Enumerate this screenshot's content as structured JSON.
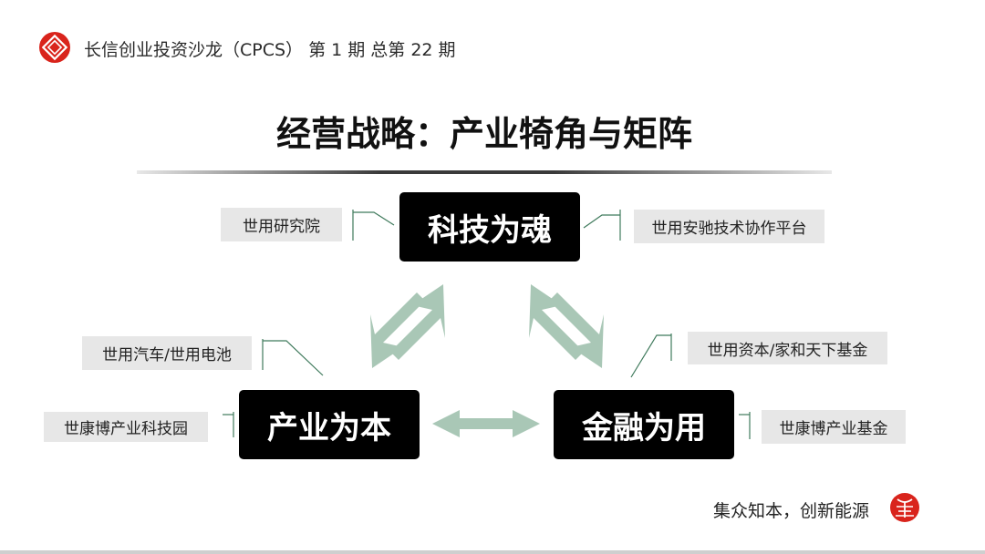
{
  "header": {
    "title": "长信创业投资沙龙（CPCS） 第 1 期 总第 22 期",
    "logo_icon": "red-diamond-logo-icon",
    "accent_color": "#d9241c"
  },
  "slide": {
    "title": "经营战略：产业犄角与矩阵"
  },
  "nodes": {
    "top": "科技为魂",
    "left": "产业为本",
    "right": "金融为用"
  },
  "labels": {
    "top_left": "世用研究院",
    "top_right": "世用安驰技术协作平台",
    "left_upper": "世用汽车/世用电池",
    "left_lower": "世康博产业科技园",
    "right_upper": "世用资本/家和天下基金",
    "right_lower": "世康博产业基金"
  },
  "footer": {
    "slogan": "集众知本，创新能源",
    "logo_icon": "red-circle-emblem-icon"
  },
  "colors": {
    "arrow": "#a9c7b6",
    "connector": "#3f7a5c",
    "node_bg": "#000000",
    "label_bg": "#e7e7e7"
  }
}
